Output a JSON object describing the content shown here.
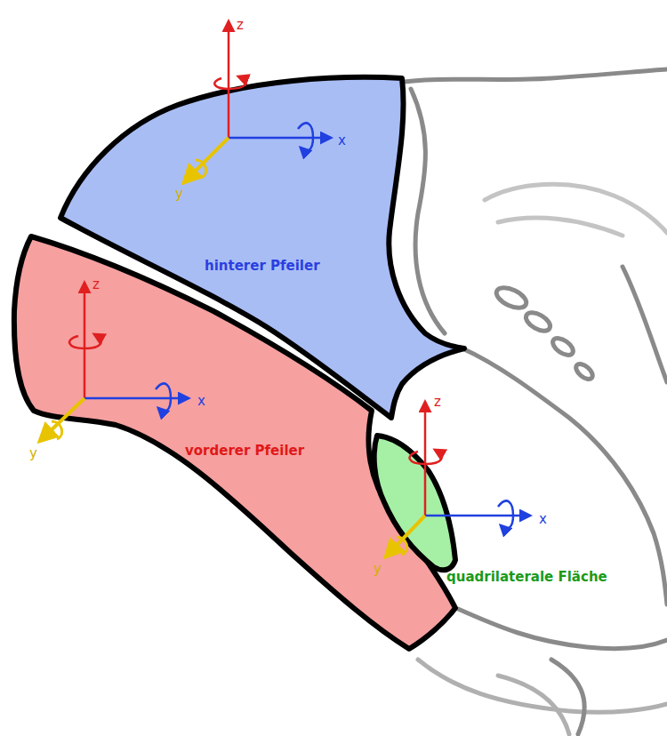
{
  "diagram": {
    "nodes": [
      {
        "text": [
          "hinterer Pfeiler"
        ]
      },
      {
        "text": [
          "vorderer Pfeiler"
        ]
      },
      {
        "text": [
          "quadrilaterale Fläche"
        ]
      }
    ],
    "labels": [
      "z",
      "x",
      "y",
      "z",
      "x",
      "y",
      "z",
      "x",
      "y"
    ]
  }
}
